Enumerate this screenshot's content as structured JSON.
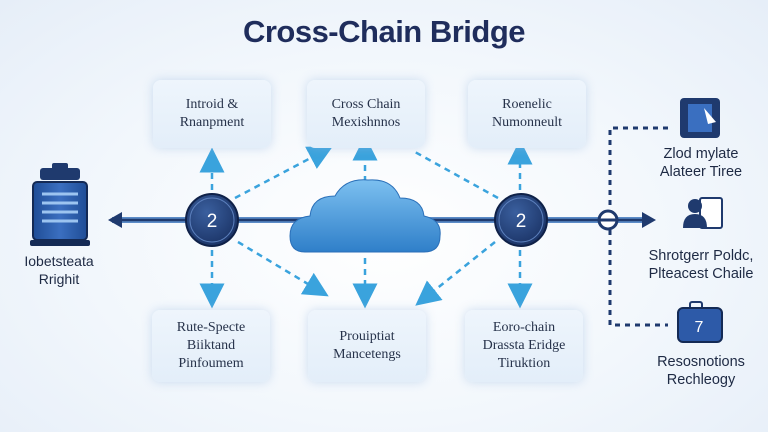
{
  "title": "Cross-Chain Bridge",
  "boxes": {
    "top_left": [
      "Introid &",
      "Rnanpment"
    ],
    "top_center": [
      "Cross Chain",
      "Mexishnnos"
    ],
    "top_right": [
      "Roenelic",
      "Numonneult"
    ],
    "bottom_left": [
      "Rute-Specte",
      "Biiktand",
      "Pinfoumem"
    ],
    "bottom_center": [
      "Prouiptiat",
      "Mancetengs"
    ],
    "bottom_right": [
      "Eoro-chain",
      "Drassta Eridge",
      "Tiruktion"
    ]
  },
  "nodes": {
    "left": "2",
    "right": "2"
  },
  "left_label": [
    "Iobetsteata",
    "Rrighit"
  ],
  "right_items": [
    {
      "lines": [
        "Zlod mylate",
        "Alateer Tiree"
      ],
      "icon": "document-icon"
    },
    {
      "lines": [
        "Shrotgerr Poldc,",
        "Plteacest Chaile"
      ],
      "icon": "user-file-icon"
    },
    {
      "lines": [
        "Resosnotions",
        "Rechleogy"
      ],
      "icon": "briefcase-icon"
    }
  ],
  "colors": {
    "navy": "#1f3a6e",
    "accent": "#3b9ad6",
    "cloud": "#4a97d8",
    "title": "#1f2d5c"
  }
}
